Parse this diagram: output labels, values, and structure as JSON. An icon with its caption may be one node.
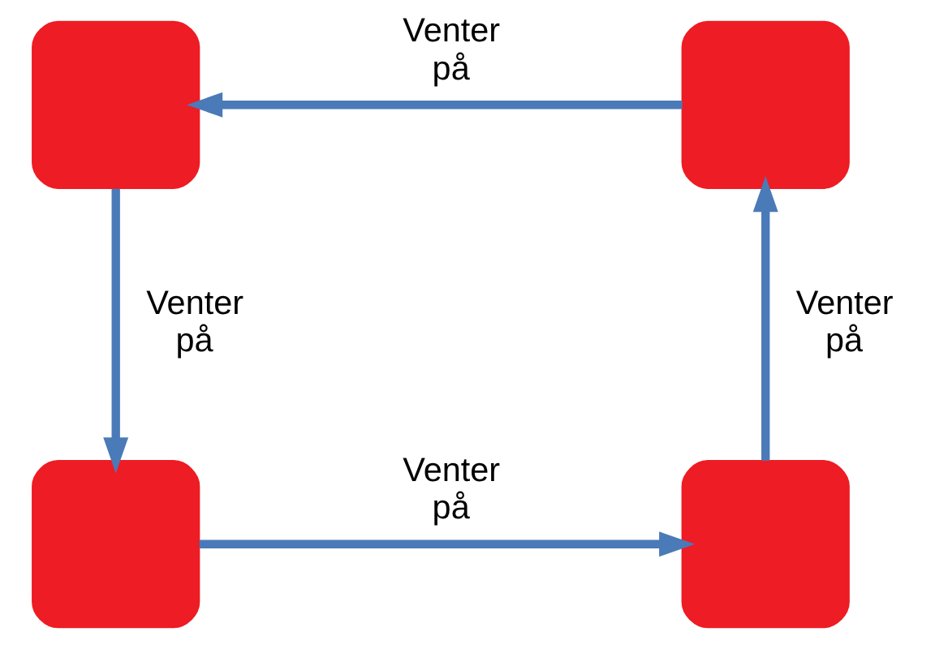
{
  "diagram": {
    "nodes": [
      {
        "text": [],
        "shape": "box"
      },
      {
        "text": [],
        "shape": "box"
      },
      {
        "text": [],
        "shape": "box"
      },
      {
        "text": [],
        "shape": "box"
      }
    ],
    "edges": [
      {
        "from": 1,
        "to": 0,
        "arrow": "to",
        "label": "Venter på"
      },
      {
        "from": 0,
        "to": 2,
        "arrow": "to",
        "label": "Venter på"
      },
      {
        "from": 2,
        "to": 3,
        "arrow": "to",
        "label": "Venter på"
      },
      {
        "from": 3,
        "to": 1,
        "arrow": "to",
        "label": "Venter på"
      }
    ]
  }
}
